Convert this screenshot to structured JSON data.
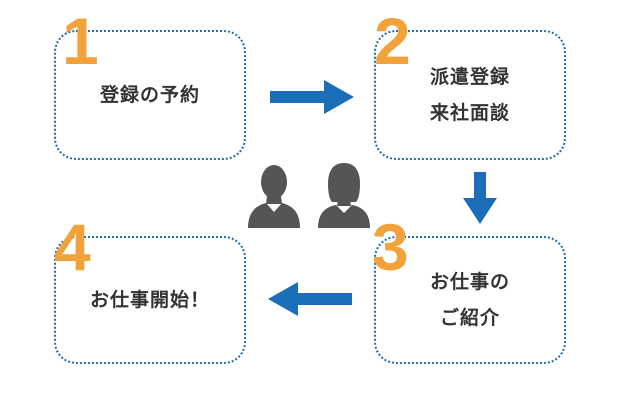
{
  "steps": [
    {
      "number": "1",
      "lines": [
        "登録の予約"
      ]
    },
    {
      "number": "2",
      "lines": [
        "派遣登録",
        "来社面談"
      ]
    },
    {
      "number": "3",
      "lines": [
        "お仕事の",
        "ご紹介"
      ]
    },
    {
      "number": "4",
      "lines": [
        "お仕事開始！"
      ]
    }
  ],
  "colors": {
    "box_border": "#1f6fb5",
    "arrow": "#1a6fb8",
    "number": "#f2a23a",
    "text": "#333333",
    "person": "#555555"
  },
  "icons": {
    "people": [
      "person-male-icon",
      "person-female-icon"
    ],
    "arrows": [
      "arrow-right-icon",
      "arrow-down-icon",
      "arrow-left-icon"
    ]
  }
}
